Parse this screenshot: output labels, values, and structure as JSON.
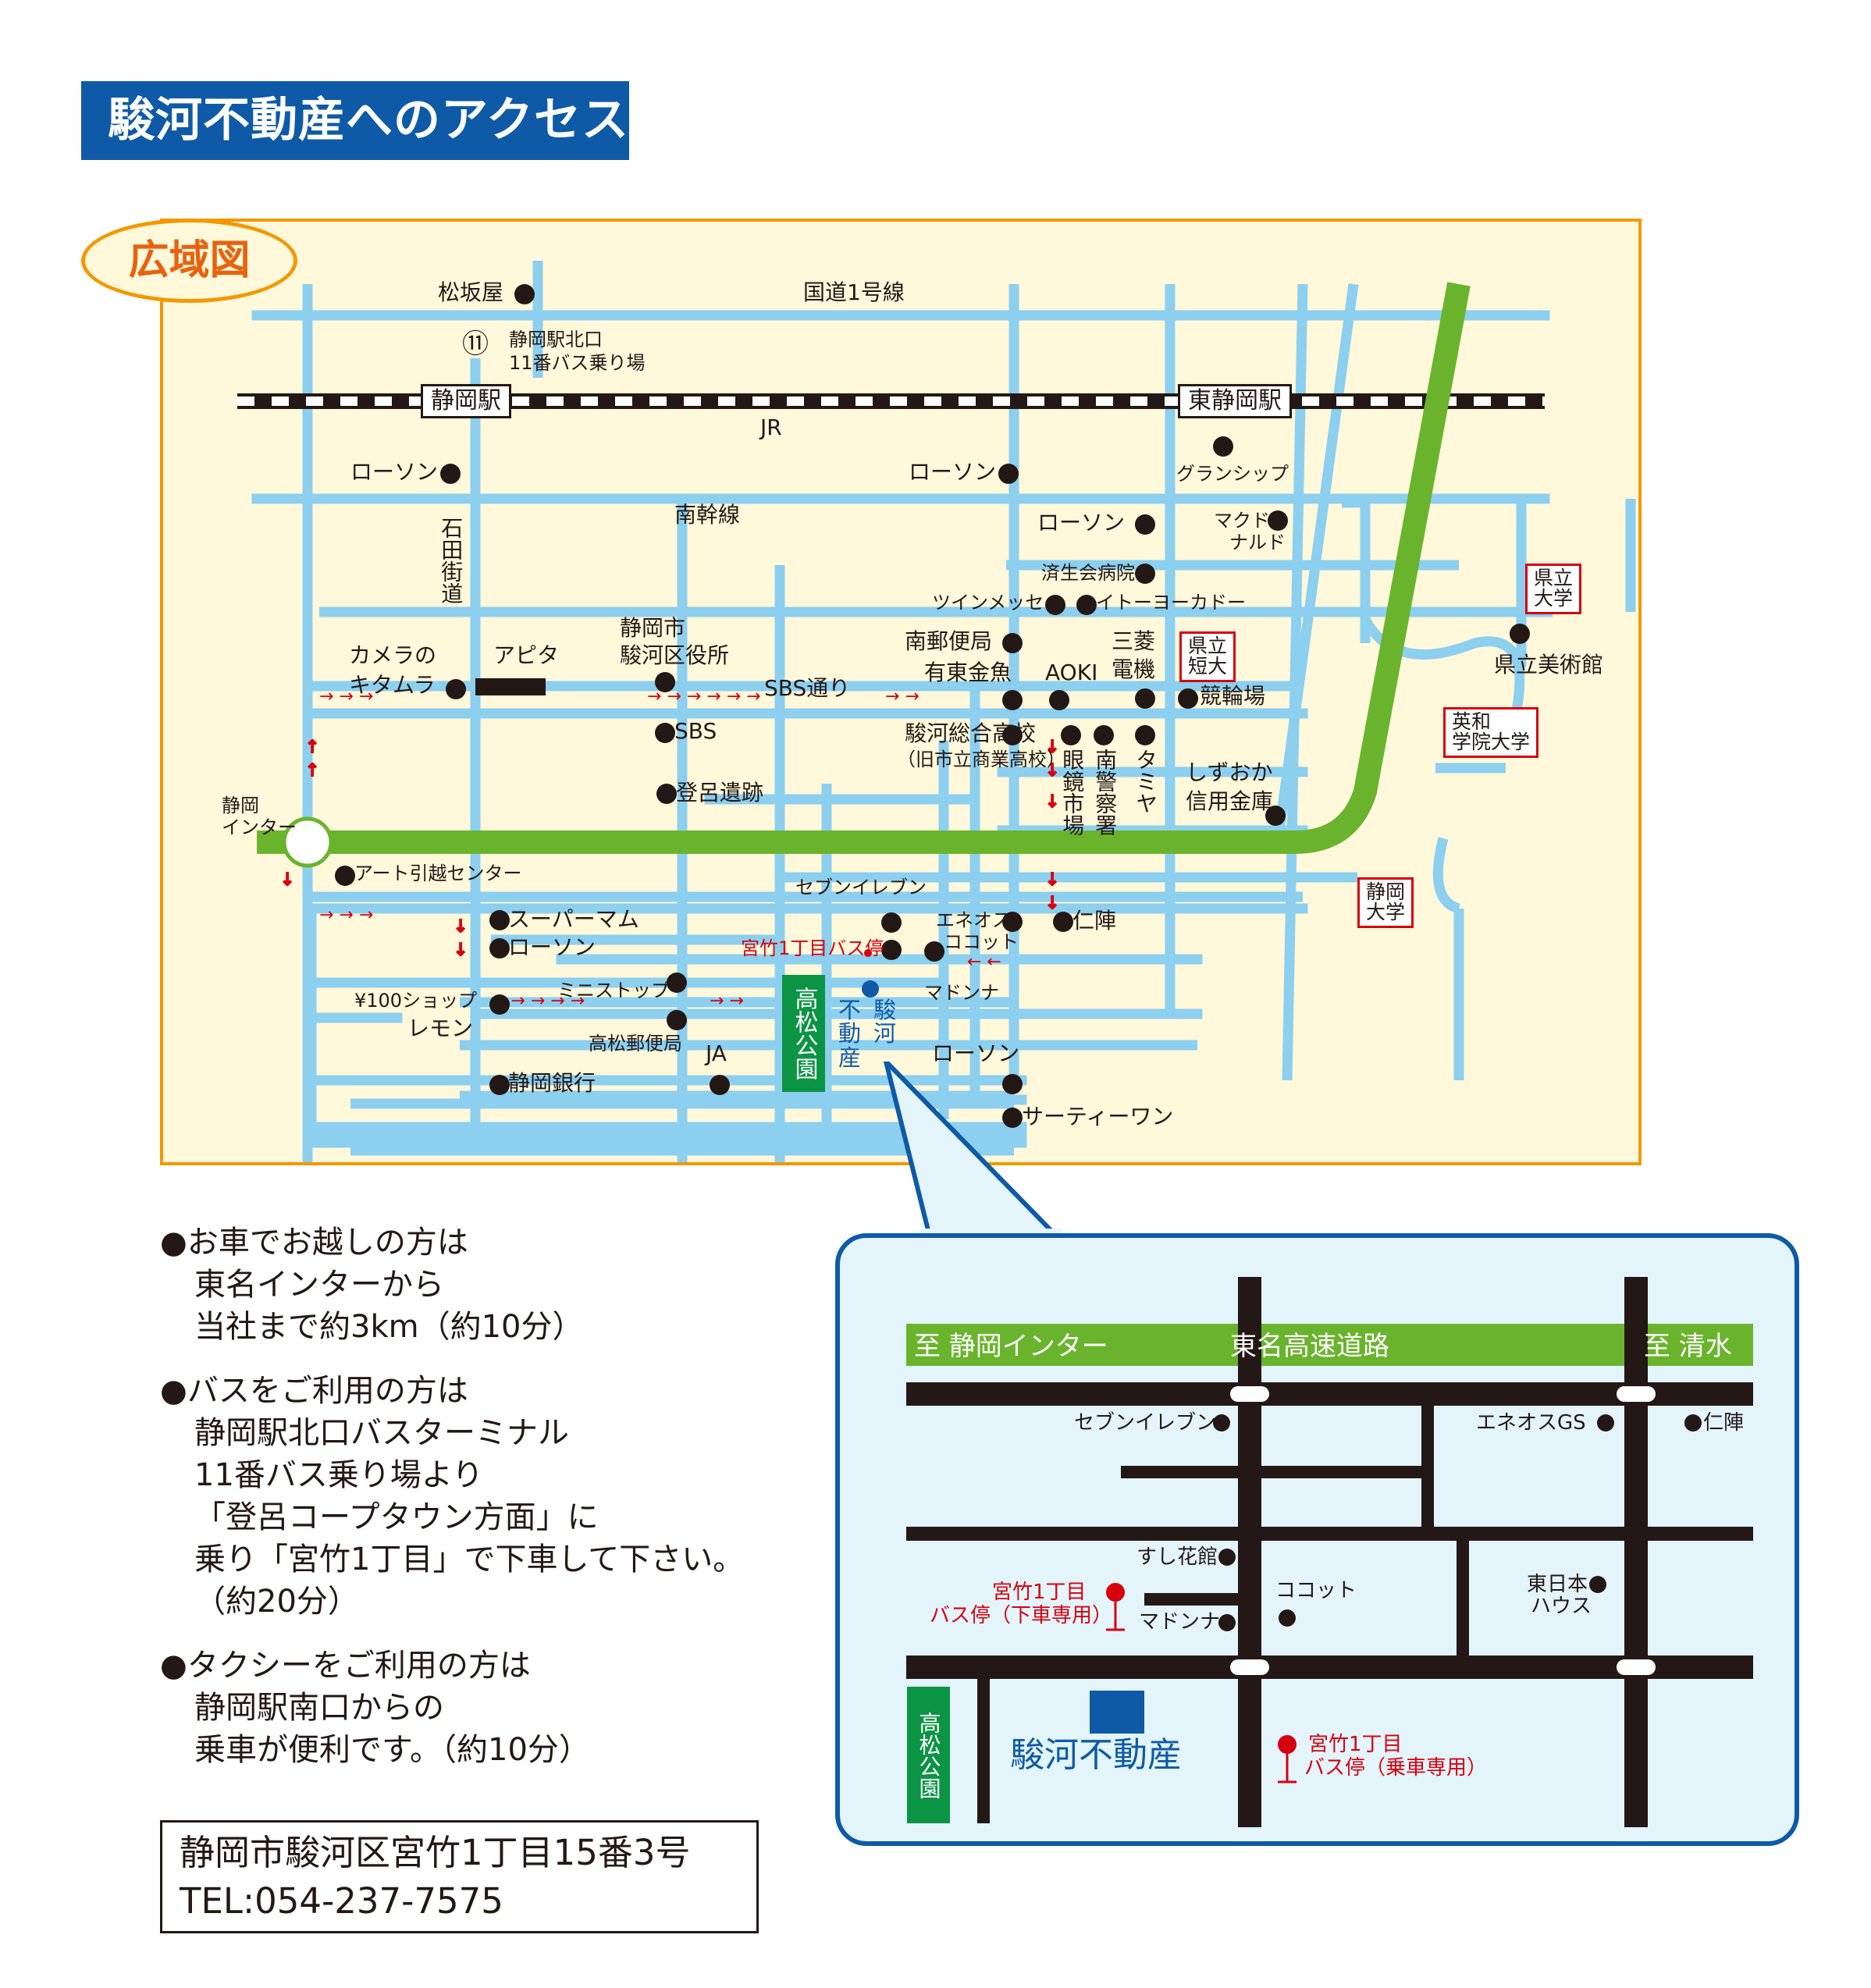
{
  "header": {
    "title": "駿河不動産へのアクセス"
  },
  "wide_map": {
    "title": "広域図",
    "colors": {
      "road": "#8ccfef",
      "highway": "#6ab42d",
      "frame": "#f39800",
      "background": "#fff8db",
      "accent": "#d7000f",
      "brand": "#0e5aa7"
    },
    "roads": [
      "国道1号線",
      "JR",
      "南幹線",
      "SBS通り",
      "石田街道"
    ],
    "stations": [
      "静岡駅",
      "東静岡駅"
    ],
    "bus_stop_number": "⑪",
    "bus_stop_label": [
      "静岡駅北口",
      "11番バス乗り場"
    ],
    "interchange": [
      "静岡",
      "インター"
    ],
    "park": "高松公園",
    "company": [
      "駿",
      "河",
      "不",
      "動",
      "産"
    ],
    "bus_stop_red": "宮竹1丁目バス停",
    "univ": {
      "kenritsu_univ": [
        "県立",
        "大学"
      ],
      "kenritsu_tandai": [
        "県立",
        "短大"
      ],
      "eiwa": [
        "英和",
        "学院大学"
      ],
      "shizuoka_univ": [
        "静岡",
        "大学"
      ]
    },
    "places": {
      "matsuzakaya": "松坂屋",
      "lawson1": "ローソン",
      "lawson2": "ローソン",
      "lawson3": "ローソン",
      "lawson4": "ローソン",
      "lawson5": "ローソン",
      "grandship": "グランシップ",
      "mcd1": "マクド",
      "mcd2": "ナルド",
      "saiseikai": "済生会病院",
      "twin": "ツインメッセ",
      "itoyokado": "イトーヨーカドー",
      "post": "南郵便局",
      "arihigashi": "有東金魚",
      "aoki": "AOKI",
      "mitsubishi": [
        "三菱",
        "電機"
      ],
      "keirin": "競輪場",
      "kenritsu_museum": "県立美術館",
      "camera": [
        "カメラの",
        "キタムラ"
      ],
      "apita": "アピタ",
      "cityoffice": [
        "静岡市",
        "駿河区役所"
      ],
      "sbs": "SBS",
      "toro": "登呂遺跡",
      "surugasogo": "駿河総合高校",
      "surugasogo2": "（旧市立商業高校）",
      "megane": "眼鏡市場",
      "minamikeisatsu": "南警察署",
      "tamiya": "タミヤ",
      "shinkin": [
        "しずおか",
        "信用金庫"
      ],
      "art": "アート引越センター",
      "seven": "セブンイレブン",
      "eneos": "エネオス",
      "cocotte": "ココット",
      "jinjin": "仁陣",
      "supermam": "スーパーマム",
      "madonna": "マドンナ",
      "ministop": "ミニストップ",
      "hyaku": [
        "¥100ショップ",
        "レモン"
      ],
      "takamatsu_post": "高松郵便局",
      "ja": "JA",
      "shizugin": "静岡銀行",
      "thirtyone": "サーティーワン"
    }
  },
  "access": [
    {
      "lines": [
        "●お車でお越しの方は",
        "東名インターから",
        "当社まで約3km（約10分）"
      ]
    },
    {
      "lines": [
        "●バスをご利用の方は",
        "静岡駅北口バスターミナル",
        "11番バス乗り場より",
        "「登呂コープタウン方面」に",
        "乗り「宮竹1丁目」で下車して下さい。",
        "（約20分）"
      ]
    },
    {
      "lines": [
        "●タクシーをご利用の方は",
        "静岡駅南口からの",
        "乗車が便利です。（約10分）"
      ]
    }
  ],
  "address": {
    "line1": "静岡市駿河区宮竹1丁目15番3号",
    "line2": "TEL:054-237-7575"
  },
  "detail_map": {
    "highway_left": "至 静岡インター",
    "highway_center": "東名高速道路",
    "highway_right": "至 清水",
    "seven": "セブンイレブン",
    "eneos": "エネオスGS",
    "jinjin": "仁陣",
    "sushi": "すし花館",
    "bus_off": [
      "宮竹1丁目",
      "バス停（下車専用）"
    ],
    "madonna": "マドンナ",
    "cocotte": "ココット",
    "higashinihon": [
      "東日本",
      "ハウス"
    ],
    "park": "高松公園",
    "company": "駿河不動産",
    "bus_on": [
      "宮竹1丁目",
      "バス停（乗車専用）"
    ]
  }
}
